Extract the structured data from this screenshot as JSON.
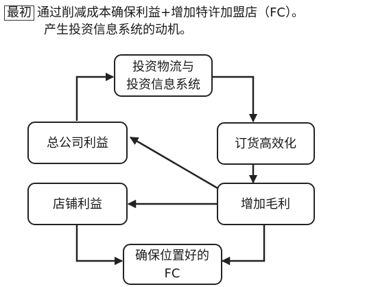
{
  "header": {
    "tag": "最初",
    "line1": "通过削减成本确保利益+增加特许加盟店（FC）。",
    "line2": "产生投资信息系统的动机。"
  },
  "nodes": {
    "invest": {
      "line1": "投资物流与",
      "line2": "投资信息系统"
    },
    "hq_profit": {
      "label": "总公司利益"
    },
    "ordering": {
      "label": "订货高效化"
    },
    "store_profit": {
      "label": "店铺利益"
    },
    "margin": {
      "label": "增加毛利"
    },
    "location": {
      "line1": "确保位置好的",
      "line2": "FC"
    }
  },
  "colors": {
    "stroke": "#222222",
    "text": "#1a1a1a",
    "background": "#ffffff"
  }
}
